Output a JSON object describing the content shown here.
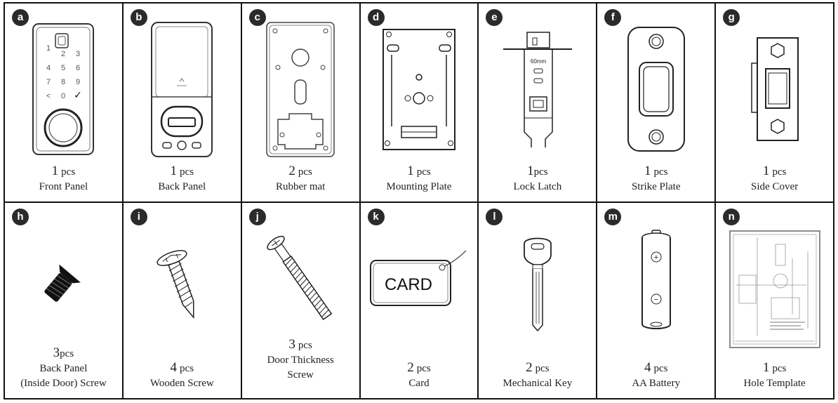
{
  "items": [
    {
      "letter": "a",
      "qty": "1",
      "unit": "pcs",
      "name": [
        "Front Panel"
      ],
      "icon": "front-panel-icon"
    },
    {
      "letter": "b",
      "qty": "1",
      "unit": "pcs",
      "name": [
        "Back Panel"
      ],
      "icon": "back-panel-icon"
    },
    {
      "letter": "c",
      "qty": "2",
      "unit": "pcs",
      "name": [
        "Rubber mat"
      ],
      "icon": "rubber-mat-icon"
    },
    {
      "letter": "d",
      "qty": "1",
      "unit": "pcs",
      "name": [
        "Mounting Plate"
      ],
      "icon": "mounting-plate-icon"
    },
    {
      "letter": "e",
      "qty": "1",
      "unit": "pcs",
      "name": [
        "Lock Latch"
      ],
      "icon": "lock-latch-icon"
    },
    {
      "letter": "f",
      "qty": "1",
      "unit": "pcs",
      "name": [
        "Strike Plate"
      ],
      "icon": "strike-plate-icon"
    },
    {
      "letter": "g",
      "qty": "1",
      "unit": "pcs",
      "name": [
        "Side Cover"
      ],
      "icon": "side-cover-icon"
    },
    {
      "letter": "h",
      "qty": "3",
      "unit": "pcs",
      "name": [
        "Back Panel",
        "(Inside Door) Screw"
      ],
      "icon": "back-panel-screw-icon"
    },
    {
      "letter": "i",
      "qty": "4",
      "unit": "pcs",
      "name": [
        "Wooden Screw"
      ],
      "icon": "wooden-screw-icon"
    },
    {
      "letter": "j",
      "qty": "3",
      "unit": "pcs",
      "name": [
        "Door Thickness",
        "Screw"
      ],
      "icon": "door-thickness-screw-icon"
    },
    {
      "letter": "k",
      "qty": "2",
      "unit": "pcs",
      "name": [
        "Card"
      ],
      "icon": "card-icon"
    },
    {
      "letter": "l",
      "qty": "2",
      "unit": "pcs",
      "name": [
        "Mechanical Key"
      ],
      "icon": "mechanical-key-icon"
    },
    {
      "letter": "m",
      "qty": "4",
      "unit": "pcs",
      "name": [
        "AA Battery"
      ],
      "icon": "aa-battery-icon"
    },
    {
      "letter": "n",
      "qty": "1",
      "unit": "pcs",
      "name": [
        "Hole Template"
      ],
      "icon": "hole-template-icon"
    }
  ],
  "art_text": {
    "keypad": [
      "1",
      "2",
      "3",
      "4",
      "5",
      "6",
      "7",
      "8",
      "9",
      "<",
      "0",
      "✓"
    ],
    "latch_label": "60mm",
    "card_label": "CARD",
    "battery_plus": "+",
    "battery_minus": "−"
  }
}
